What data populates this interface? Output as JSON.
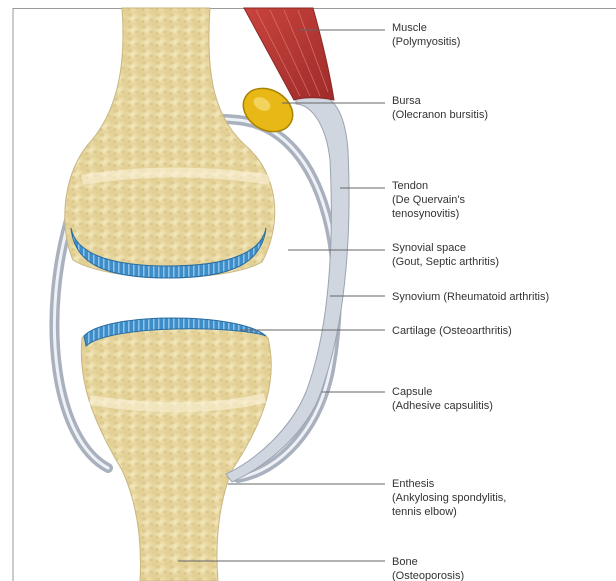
{
  "labels": {
    "muscle": {
      "name": "Muscle",
      "condition": "(Polymyositis)"
    },
    "bursa": {
      "name": "Bursa",
      "condition": "(Olecranon bursitis)"
    },
    "tendon": {
      "name": "Tendon",
      "condition_line1": "(De Quervain's",
      "condition_line2": "tenosynovitis)"
    },
    "synovial_space": {
      "name": "Synovial space",
      "condition": "(Gout, Septic arthritis)"
    },
    "synovium": {
      "text": "Synovium (Rheumatoid arthritis)"
    },
    "cartilage": {
      "text": "Cartilage (Osteoarthritis)"
    },
    "capsule": {
      "name": "Capsule",
      "condition": "(Adhesive capsulitis)"
    },
    "enthesis": {
      "name": "Enthesis",
      "condition_line1": "(Ankylosing spondylitis,",
      "condition_line2": "tennis elbow)"
    },
    "bone": {
      "name": "Bone",
      "condition": "(Osteoporosis)"
    }
  },
  "colors": {
    "bone_fill": "#ecdda7",
    "bone_pore": "#d7c388",
    "cartilage": "#3d8ec8",
    "capsule": "#a9b1be",
    "tendon": "#d0d6df",
    "muscle": "#b83a36",
    "bursa": "#e8b817",
    "leader_line": "#666666"
  }
}
